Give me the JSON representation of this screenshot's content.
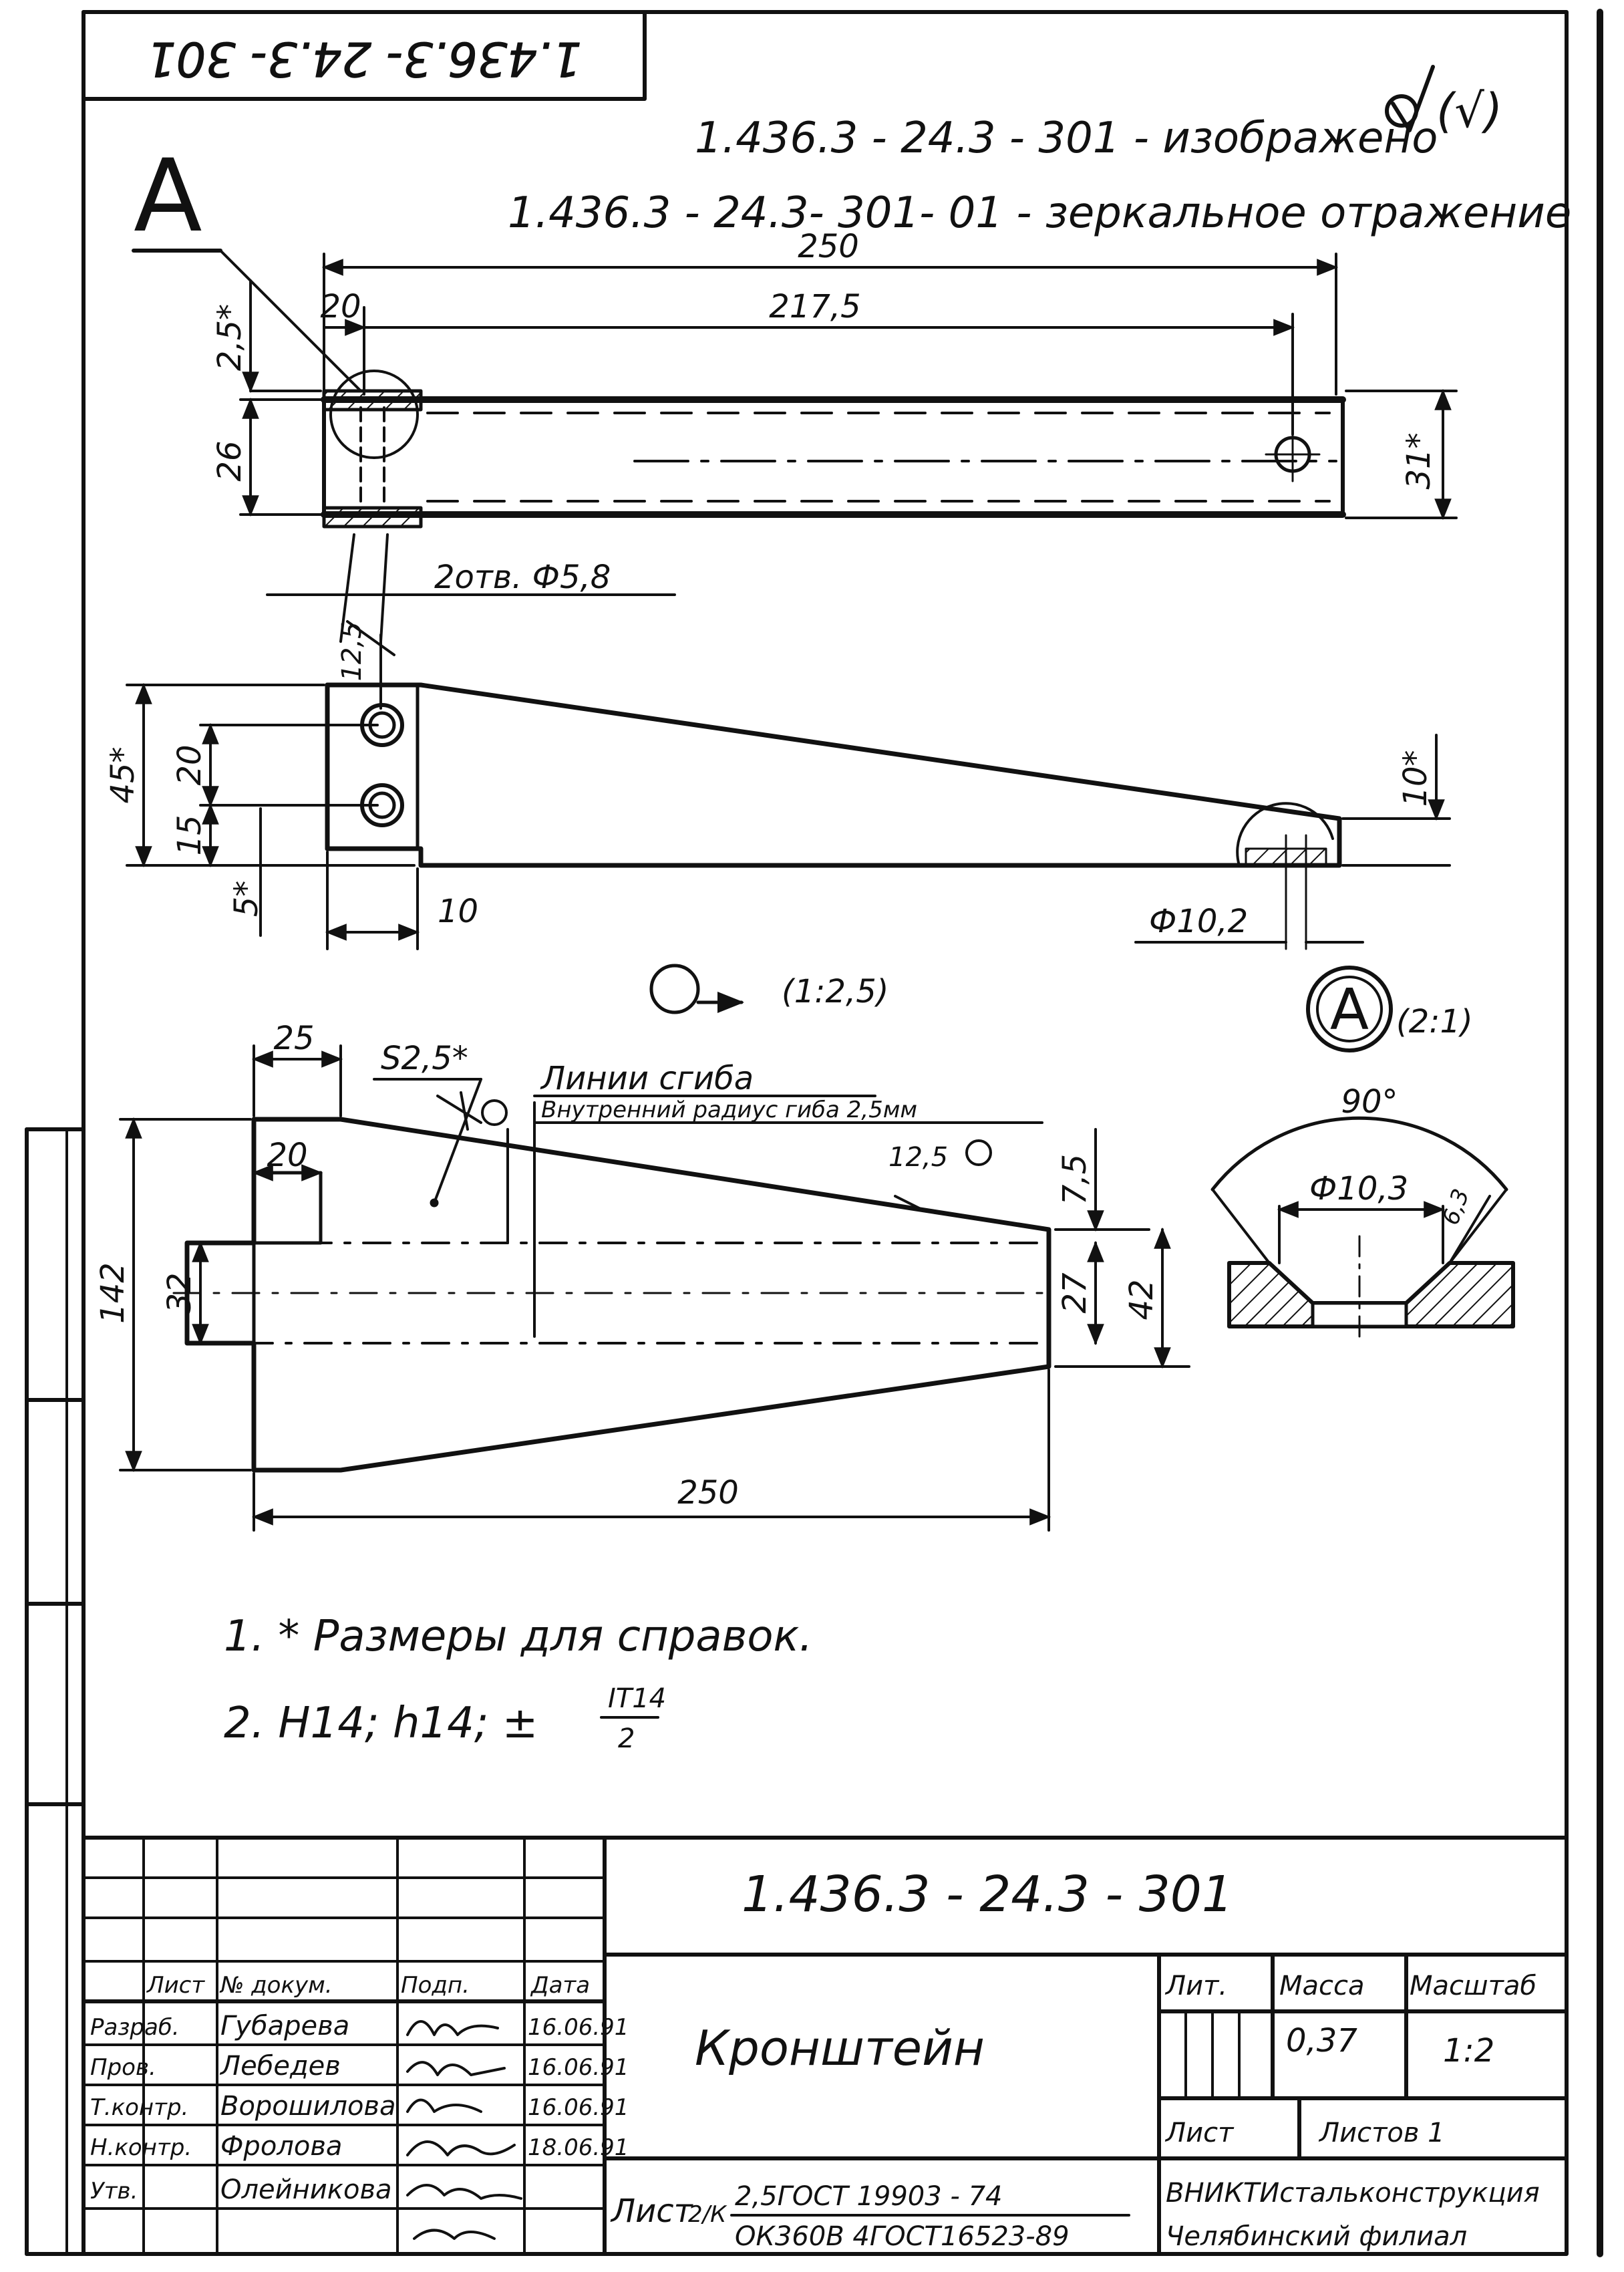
{
  "stamp_top": "1.436.3- 24.3- 301",
  "designations": {
    "line1": "1.436.3 - 24.3 - 301 - изображено",
    "line2": "1.436.3 - 24.3- 301- 01 - зеркальное отражение"
  },
  "view_label": "А",
  "view_label_detail": "А",
  "roughness": "(√)",
  "dims_top": {
    "overall": "250",
    "d20": "20",
    "d217": "217,5",
    "d25": "2,5*",
    "d26": "26",
    "d31": "31*",
    "holes": "2отв. Ф5,8"
  },
  "dims_mid": {
    "d125": "12,5",
    "d45": "45*",
    "d20": "20",
    "d15": "15",
    "d5": "5*",
    "d10": "10",
    "d10s": "10*",
    "dia": "Ф10,2"
  },
  "flat_pattern": {
    "scale": "(1:2,5)",
    "detail_scale": "(2:1)",
    "s": "S2,5*",
    "bend_line": "Линии сгиба",
    "bend_radius": "Внутренний радиус гиба 2,5мм",
    "d25": "25",
    "d20": "20",
    "d125": "12,5",
    "d75": "7,5",
    "d32": "32",
    "d142": "142",
    "d27": "27",
    "d42": "42",
    "d250": "250"
  },
  "detail": {
    "angle": "90°",
    "dia": "Ф10,3",
    "chamfer": "6,3"
  },
  "notes": {
    "n1": "1. * Размеры для справок.",
    "n2_prefix": "2. Н14; h14; ±",
    "n2_num": "IT14",
    "n2_den": "2"
  },
  "title_block": {
    "code": "1.436.3 - 24.3 - 301",
    "name": "Кронштейн",
    "lit": "Лит.",
    "mass": "Масса",
    "scale_hdr": "Масштаб",
    "mass_val": "0,37",
    "scale_val": "1:2",
    "sheet": "Лист",
    "sheets": "Листов 1",
    "org1": "ВНИКТИстальконструкция",
    "org2": "Челябинский филиал",
    "material_prefix": "Лист",
    "material_frac": "2/К",
    "material_top": "2,5ГОСТ 19903 - 74",
    "material_bot": "ОК360В 4ГОСТ16523-89",
    "cols": {
      "list": "Лист",
      "doc": "№ докум.",
      "sign": "Подп.",
      "date": "Дата"
    },
    "rows": [
      {
        "role": "Разраб.",
        "name": "Губарева",
        "date": "16.06.91"
      },
      {
        "role": "Пров.",
        "name": "Лебедев",
        "date": "16.06.91"
      },
      {
        "role": "Т.контр.",
        "name": "Ворошилова",
        "date": "16.06.91"
      },
      {
        "role": "Н.контр.",
        "name": "Фролова",
        "date": "18.06.91"
      },
      {
        "role": "Утв.",
        "name": "Олейникова",
        "date": ""
      }
    ]
  }
}
